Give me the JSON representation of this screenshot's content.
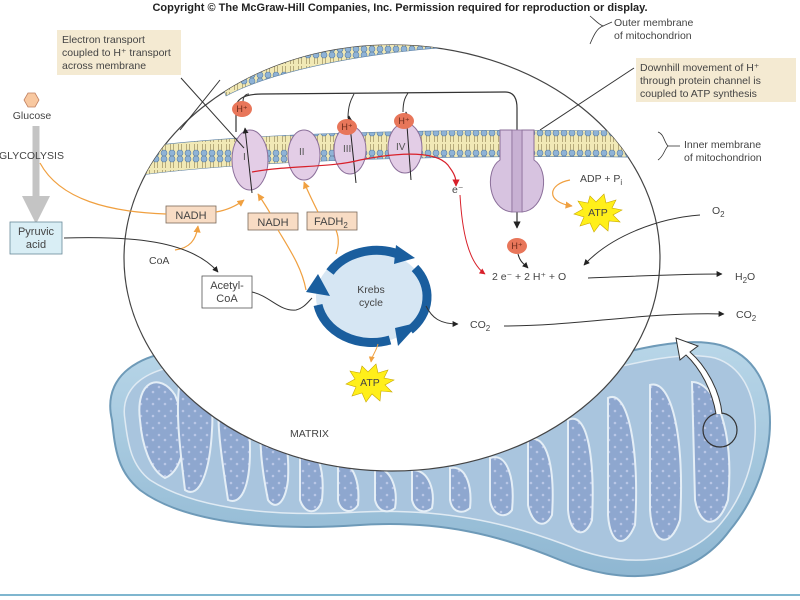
{
  "copyright": "Copyright © The McGraw-Hill Companies, Inc. Permission required for reproduction or display.",
  "labels": {
    "outer_membrane": [
      "Outer membrane",
      "of mitochondrion"
    ],
    "inner_membrane": [
      "Inner membrane",
      "of mitochondrion"
    ],
    "electron_transport_note": [
      "Electron transport",
      "coupled to H⁺ transport",
      "across membrane"
    ],
    "downhill_note": [
      "Downhill movement of H⁺",
      "through protein channel is",
      "coupled to ATP synthesis"
    ],
    "glucose": "Glucose",
    "glycolysis": "GLYCOLYSIS",
    "pyruvic_acid": [
      "Pyruvic",
      "acid"
    ],
    "coa": "CoA",
    "acetyl_coa": [
      "Acetyl-",
      "CoA"
    ],
    "krebs_cycle": [
      "Krebs",
      "cycle"
    ],
    "nadh_1": "NADH",
    "nadh_2": "NADH",
    "fadh2": "FADH",
    "fadh2_sub": "2",
    "adp_pi": "ADP + P",
    "adp_pi_sub": "i",
    "atp_1": "ATP",
    "atp_2": "ATP",
    "o2": "O",
    "o2_sub": "2",
    "h2o": "H",
    "h2o_sub": "2",
    "h2o_tail": "O",
    "co2_inner": "CO",
    "co2_inner_sub": "2",
    "co2_outer": "CO",
    "co2_outer_sub": "2",
    "reaction": "2 e⁻ + 2 H⁺ + O",
    "electron": "e⁻",
    "matrix": "MATRIX",
    "h_plus": "H⁺"
  },
  "complexes": [
    "I",
    "II",
    "III",
    "IV"
  ],
  "colors": {
    "h_plus_fill": "#e8765a",
    "complex_fill": "#e3cde6",
    "krebs_ring": "#1a5e9e",
    "krebs_fill": "#d6e6f3",
    "atp_burst": "#ffef1a",
    "nadh_box": "#f8dcc4",
    "pyruvic_box": "#d9eef5",
    "note_bg": "#f4ead2",
    "arrow_orange": "#f0a040",
    "electron_red": "#d8202a",
    "membrane_head": "#8fb3d6",
    "membrane_tail": "#f0e8b0"
  }
}
